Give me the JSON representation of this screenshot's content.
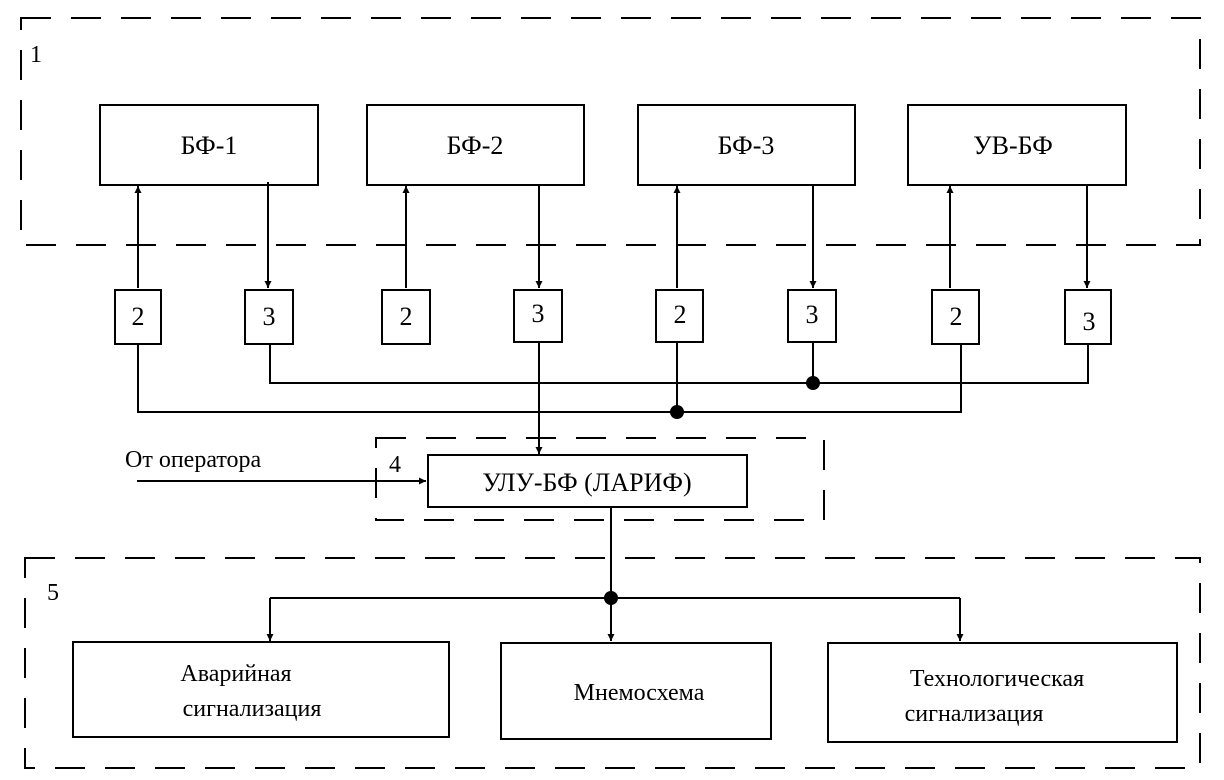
{
  "groups": {
    "g1": "1",
    "g4": "4",
    "g5": "5"
  },
  "top_blocks": [
    "БФ-1",
    "БФ-2",
    "БФ-3",
    "УВ-БФ"
  ],
  "sensor_labels": [
    "2",
    "3",
    "2",
    "3",
    "2",
    "3",
    "2",
    "3"
  ],
  "controller": "УЛУ-БФ (ЛАРИФ)",
  "operator_input": "От оператора",
  "outputs": {
    "alarm": [
      "Аварийная",
      "сигнализация"
    ],
    "mimic": "Мнемосхема",
    "tech": [
      "Технологическая",
      "сигнализация"
    ]
  }
}
